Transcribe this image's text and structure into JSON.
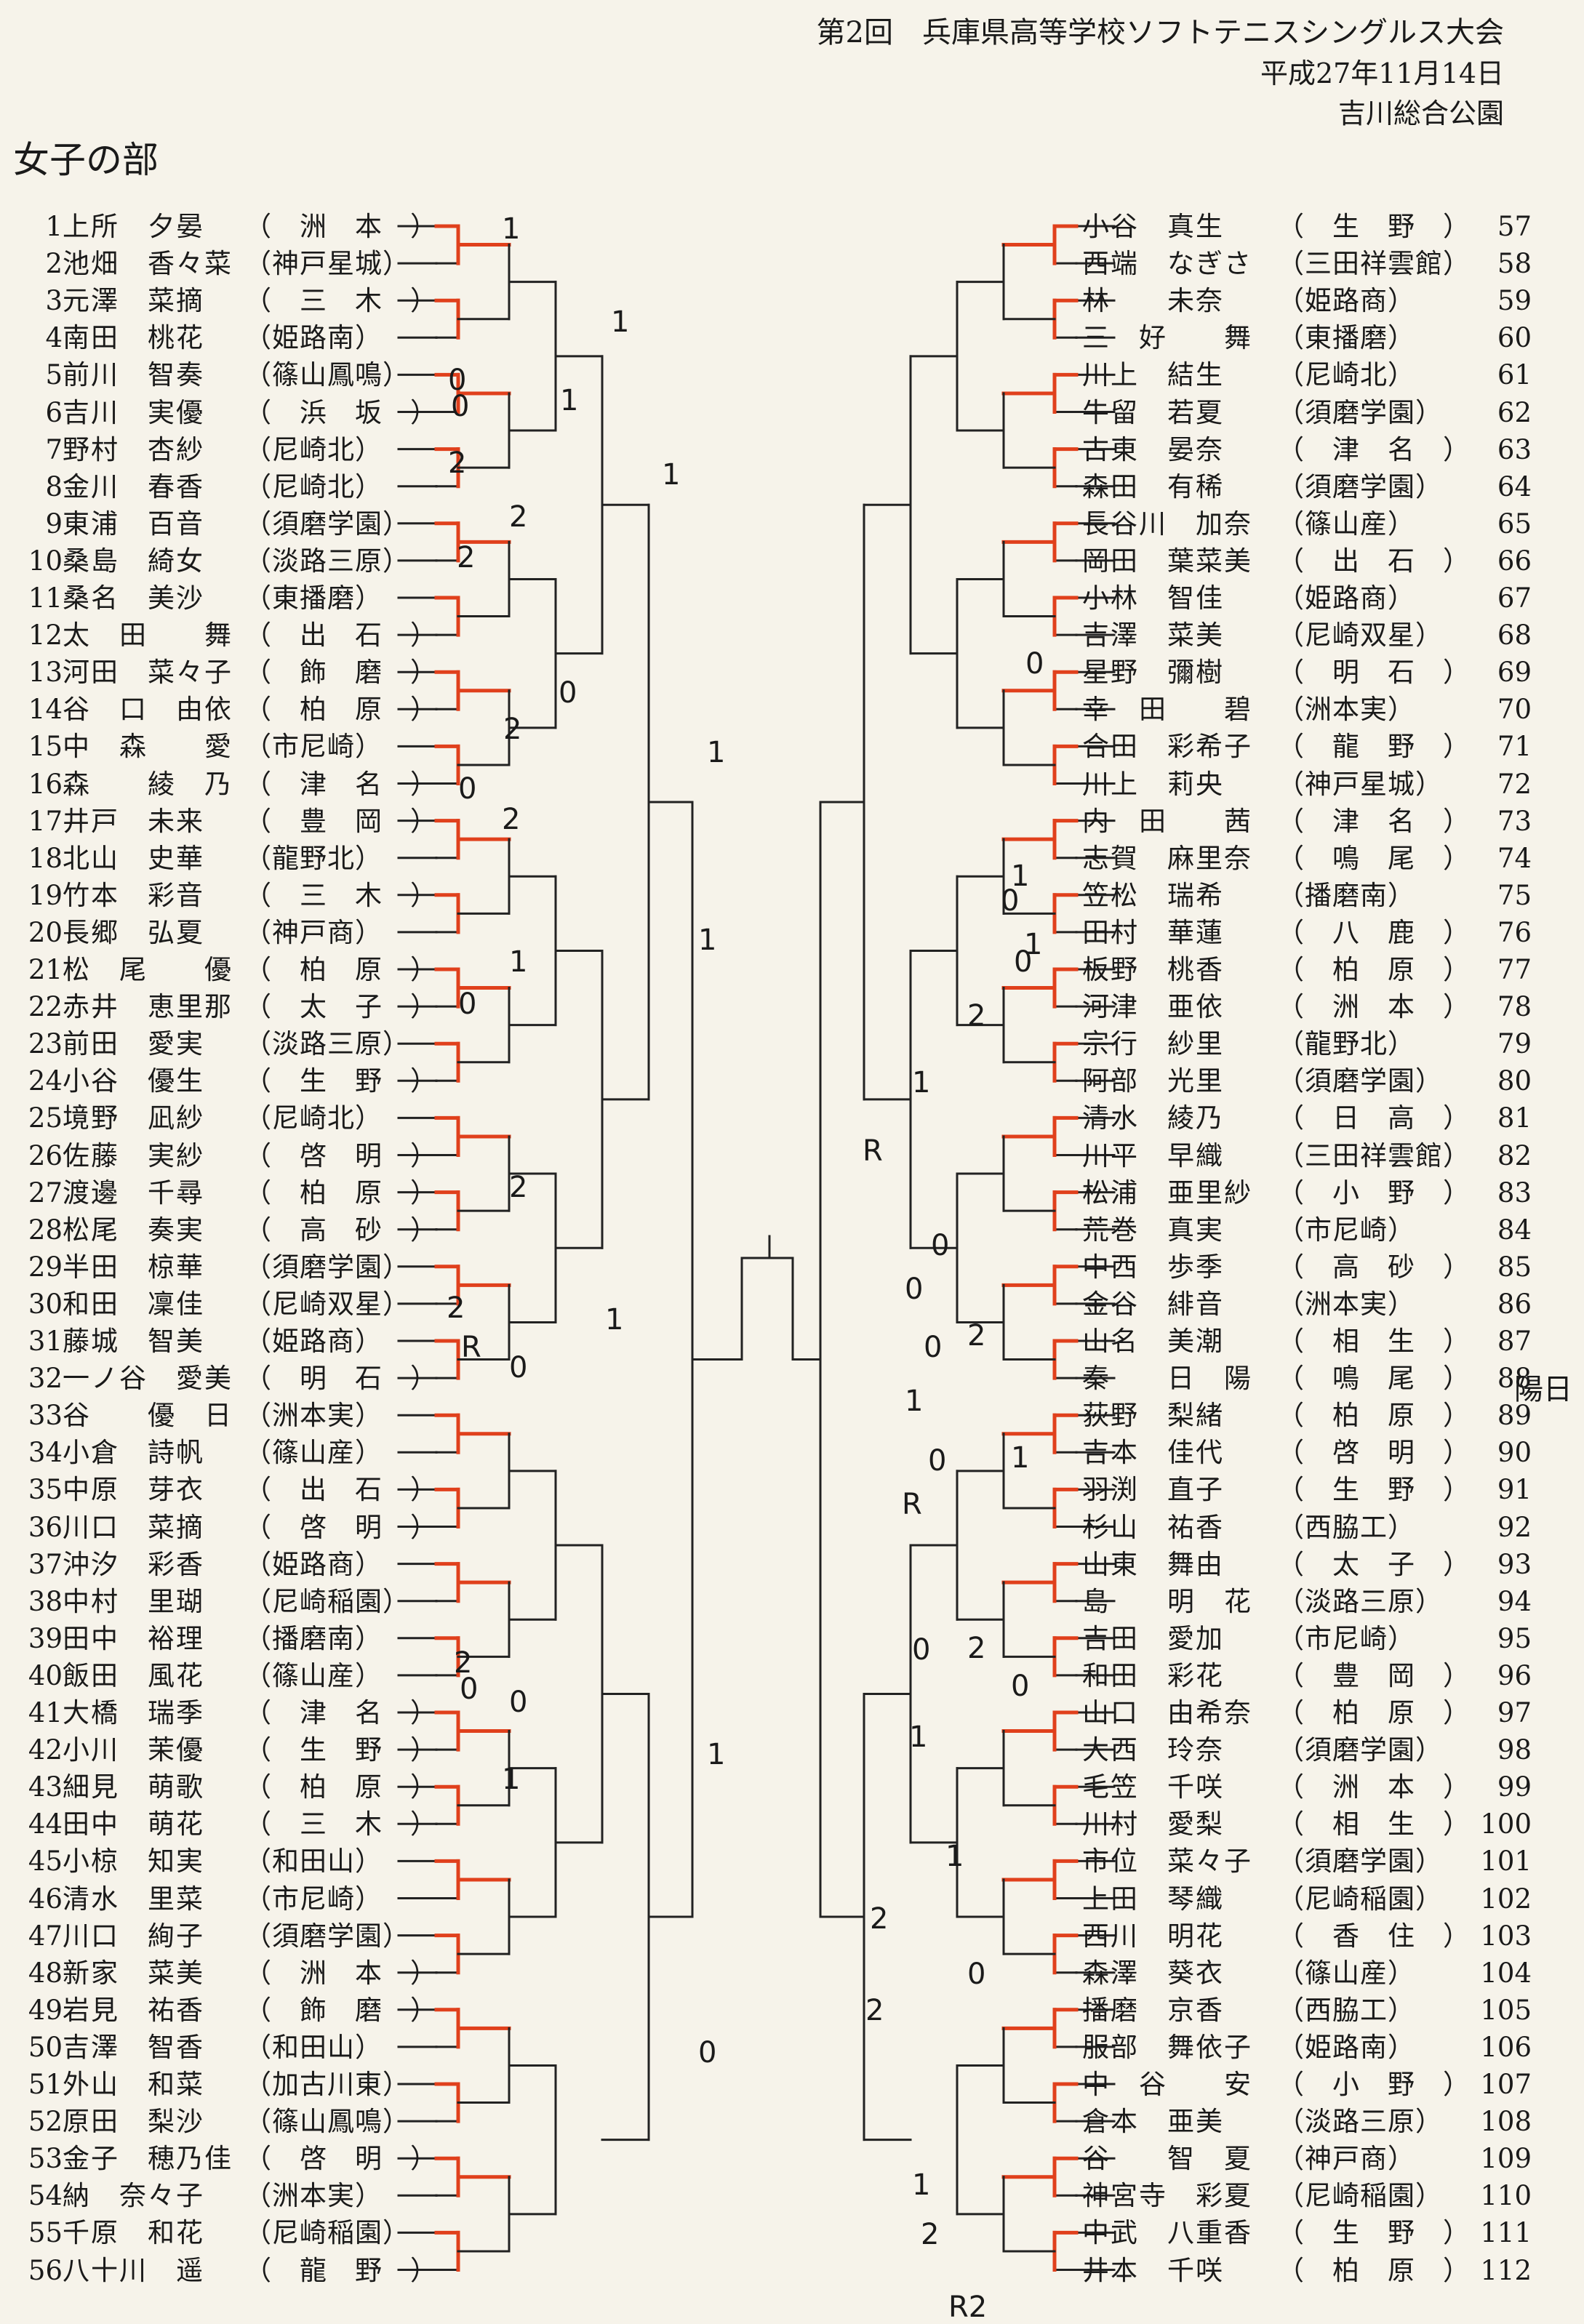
{
  "header": {
    "title": "第2回　兵庫県高等学校ソフトテニスシングルス大会",
    "date": "平成27年11月14日",
    "venue": "吉川総合公園"
  },
  "division": "女子の部",
  "left_players": [
    {
      "no": "1",
      "name": "上所　夕晏",
      "school": "（　洲　本　）"
    },
    {
      "no": "2",
      "name": "池畑　香々菜",
      "school": "（神戸星城）"
    },
    {
      "no": "3",
      "name": "元澤　菜摘",
      "school": "（　三　木　）"
    },
    {
      "no": "4",
      "name": "南田　桃花",
      "school": "（姫路南）"
    },
    {
      "no": "5",
      "name": "前川　智奏",
      "school": "（篠山鳳鳴）"
    },
    {
      "no": "6",
      "name": "吉川　実優",
      "school": "（　浜　坂　）"
    },
    {
      "no": "7",
      "name": "野村　杏紗",
      "school": "（尼崎北）"
    },
    {
      "no": "8",
      "name": "金川　春香",
      "school": "（尼崎北）"
    },
    {
      "no": "9",
      "name": "東浦　百音",
      "school": "（須磨学園）"
    },
    {
      "no": "10",
      "name": "桑島　綺女",
      "school": "（淡路三原）"
    },
    {
      "no": "11",
      "name": "桑名　美沙",
      "school": "（東播磨）"
    },
    {
      "no": "12",
      "name": "太　田　　舞",
      "school": "（　出　石　）"
    },
    {
      "no": "13",
      "name": "河田　菜々子",
      "school": "（　飾　磨　）"
    },
    {
      "no": "14",
      "name": "谷　口　由依",
      "school": "（　柏　原　）"
    },
    {
      "no": "15",
      "name": "中　森　　愛",
      "school": "（市尼崎）"
    },
    {
      "no": "16",
      "name": "森　　綾　乃",
      "school": "（　津　名　）"
    },
    {
      "no": "17",
      "name": "井戸　未来",
      "school": "（　豊　岡　）"
    },
    {
      "no": "18",
      "name": "北山　史華",
      "school": "（龍野北）"
    },
    {
      "no": "19",
      "name": "竹本　彩音",
      "school": "（　三　木　）"
    },
    {
      "no": "20",
      "name": "長郷　弘夏",
      "school": "（神戸商）"
    },
    {
      "no": "21",
      "name": "松　尾　　優",
      "school": "（　柏　原　）"
    },
    {
      "no": "22",
      "name": "赤井　恵里那",
      "school": "（　太　子　）"
    },
    {
      "no": "23",
      "name": "前田　愛実",
      "school": "（淡路三原）"
    },
    {
      "no": "24",
      "name": "小谷　優生",
      "school": "（　生　野　）"
    },
    {
      "no": "25",
      "name": "境野　凪紗",
      "school": "（尼崎北）"
    },
    {
      "no": "26",
      "name": "佐藤　実紗",
      "school": "（　啓　明　）"
    },
    {
      "no": "27",
      "name": "渡邊　千尋",
      "school": "（　柏　原　）"
    },
    {
      "no": "28",
      "name": "松尾　奏実",
      "school": "（　高　砂　）"
    },
    {
      "no": "29",
      "name": "半田　椋華",
      "school": "（須磨学園）"
    },
    {
      "no": "30",
      "name": "和田　凜佳",
      "school": "（尼崎双星）"
    },
    {
      "no": "31",
      "name": "藤城　智美",
      "school": "（姫路商）"
    },
    {
      "no": "32",
      "name": "一ノ谷　愛美",
      "school": "（　明　石　）"
    },
    {
      "no": "33",
      "name": "谷　　優　日",
      "school": "（洲本実）"
    },
    {
      "no": "34",
      "name": "小倉　詩帆",
      "school": "（篠山産）"
    },
    {
      "no": "35",
      "name": "中原　芽衣",
      "school": "（　出　石　）"
    },
    {
      "no": "36",
      "name": "川口　菜摘",
      "school": "（　啓　明　）"
    },
    {
      "no": "37",
      "name": "沖汐　彩香",
      "school": "（姫路商）"
    },
    {
      "no": "38",
      "name": "中村　里瑚",
      "school": "（尼崎稲園）"
    },
    {
      "no": "39",
      "name": "田中　裕理",
      "school": "（播磨南）"
    },
    {
      "no": "40",
      "name": "飯田　風花",
      "school": "（篠山産）"
    },
    {
      "no": "41",
      "name": "大橋　瑞季",
      "school": "（　津　名　）"
    },
    {
      "no": "42",
      "name": "小川　茉優",
      "school": "（　生　野　）"
    },
    {
      "no": "43",
      "name": "細見　萌歌",
      "school": "（　柏　原　）"
    },
    {
      "no": "44",
      "name": "田中　萌花",
      "school": "（　三　木　）"
    },
    {
      "no": "45",
      "name": "小椋　知実",
      "school": "（和田山）"
    },
    {
      "no": "46",
      "name": "清水　里菜",
      "school": "（市尼崎）"
    },
    {
      "no": "47",
      "name": "川口　絢子",
      "school": "（須磨学園）"
    },
    {
      "no": "48",
      "name": "新家　菜美",
      "school": "（　洲　本　）"
    },
    {
      "no": "49",
      "name": "岩見　祐香",
      "school": "（　飾　磨　）"
    },
    {
      "no": "50",
      "name": "吉澤　智香",
      "school": "（和田山）"
    },
    {
      "no": "51",
      "name": "外山　和菜",
      "school": "（加古川東）"
    },
    {
      "no": "52",
      "name": "原田　梨沙",
      "school": "（篠山鳳鳴）"
    },
    {
      "no": "53",
      "name": "金子　穂乃佳",
      "school": "（　啓　明　）"
    },
    {
      "no": "54",
      "name": "納　奈々子",
      "school": "（洲本実）"
    },
    {
      "no": "55",
      "name": "千原　和花",
      "school": "（尼崎稲園）"
    },
    {
      "no": "56",
      "name": "八十川　遥",
      "school": "（　龍　野　）"
    }
  ],
  "right_players": [
    {
      "no": "57",
      "name": "小谷　真生",
      "school": "（　生　野　）"
    },
    {
      "no": "58",
      "name": "西端　なぎさ",
      "school": "（三田祥雲館）"
    },
    {
      "no": "59",
      "name": "林　　未奈",
      "school": "（姫路商）"
    },
    {
      "no": "60",
      "name": "三　好　　舞",
      "school": "（東播磨）"
    },
    {
      "no": "61",
      "name": "川上　結生",
      "school": "（尼崎北）"
    },
    {
      "no": "62",
      "name": "牛留　若夏",
      "school": "（須磨学園）"
    },
    {
      "no": "63",
      "name": "古東　晏奈",
      "school": "（　津　名　）"
    },
    {
      "no": "64",
      "name": "森田　有稀",
      "school": "（須磨学園）"
    },
    {
      "no": "65",
      "name": "長谷川　加奈",
      "school": "（篠山産）"
    },
    {
      "no": "66",
      "name": "岡田　葉菜美",
      "school": "（　出　石　）"
    },
    {
      "no": "67",
      "name": "小林　智佳",
      "school": "（姫路商）"
    },
    {
      "no": "68",
      "name": "吉澤　菜美",
      "school": "（尼崎双星）"
    },
    {
      "no": "69",
      "name": "星野　彌樹",
      "school": "（　明　石　）"
    },
    {
      "no": "70",
      "name": "幸　田　　碧",
      "school": "（洲本実）"
    },
    {
      "no": "71",
      "name": "合田　彩希子",
      "school": "（　龍　野　）"
    },
    {
      "no": "72",
      "name": "川上　莉央",
      "school": "（神戸星城）"
    },
    {
      "no": "73",
      "name": "内　田　　茜",
      "school": "（　津　名　）"
    },
    {
      "no": "74",
      "name": "志賀　麻里奈",
      "school": "（　鳴　尾　）"
    },
    {
      "no": "75",
      "name": "笠松　瑞希",
      "school": "（播磨南）"
    },
    {
      "no": "76",
      "name": "田村　華蓮",
      "school": "（　八　鹿　）"
    },
    {
      "no": "77",
      "name": "板野　桃香",
      "school": "（　柏　原　）"
    },
    {
      "no": "78",
      "name": "河津　亜依",
      "school": "（　洲　本　）"
    },
    {
      "no": "79",
      "name": "宗行　紗里",
      "school": "（龍野北）"
    },
    {
      "no": "80",
      "name": "阿部　光里",
      "school": "（須磨学園）"
    },
    {
      "no": "81",
      "name": "清水　綾乃",
      "school": "（　日　高　）"
    },
    {
      "no": "82",
      "name": "川平　早織",
      "school": "（三田祥雲館）"
    },
    {
      "no": "83",
      "name": "松浦　亜里紗",
      "school": "（　小　野　）"
    },
    {
      "no": "84",
      "name": "荒巻　真実",
      "school": "（市尼崎）"
    },
    {
      "no": "85",
      "name": "中西　歩季",
      "school": "（　高　砂　）"
    },
    {
      "no": "86",
      "name": "金谷　緋音",
      "school": "（洲本実）"
    },
    {
      "no": "87",
      "name": "山名　美潮",
      "school": "（　相　生　）"
    },
    {
      "no": "88",
      "name": "秦　　日　陽",
      "school": "（　鳴　尾　）"
    },
    {
      "no": "89",
      "name": "荻野　梨緒",
      "school": "（　柏　原　）"
    },
    {
      "no": "90",
      "name": "吉本　佳代",
      "school": "（　啓　明　）"
    },
    {
      "no": "91",
      "name": "羽渕　直子",
      "school": "（　生　野　）"
    },
    {
      "no": "92",
      "name": "杉山　祐香",
      "school": "（西脇工）"
    },
    {
      "no": "93",
      "name": "山東　舞由",
      "school": "（　太　子　）"
    },
    {
      "no": "94",
      "name": "島　　明　花",
      "school": "（淡路三原）"
    },
    {
      "no": "95",
      "name": "吉田　愛加",
      "school": "（市尼崎）"
    },
    {
      "no": "96",
      "name": "和田　彩花",
      "school": "（　豊　岡　）"
    },
    {
      "no": "97",
      "name": "山口　由希奈",
      "school": "（　柏　原　）"
    },
    {
      "no": "98",
      "name": "大西　玲奈",
      "school": "（須磨学園）"
    },
    {
      "no": "99",
      "name": "毛笠　千咲",
      "school": "（　洲　本　）"
    },
    {
      "no": "100",
      "name": "川村　愛梨",
      "school": "（　相　生　）"
    },
    {
      "no": "101",
      "name": "市位　菜々子",
      "school": "（須磨学園）"
    },
    {
      "no": "102",
      "name": "上田　琴織",
      "school": "（尼崎稲園）"
    },
    {
      "no": "103",
      "name": "西川　明花",
      "school": "（　香　住　）"
    },
    {
      "no": "104",
      "name": "森澤　葵衣",
      "school": "（篠山産）"
    },
    {
      "no": "105",
      "name": "播磨　京香",
      "school": "（西脇工）"
    },
    {
      "no": "106",
      "name": "服部　舞依子",
      "school": "（姫路南）"
    },
    {
      "no": "107",
      "name": "中　谷　　安",
      "school": "（　小　野　）"
    },
    {
      "no": "108",
      "name": "倉本　亜美",
      "school": "（淡路三原）"
    },
    {
      "no": "109",
      "name": "谷　　智　夏",
      "school": "（神戸商）"
    },
    {
      "no": "110",
      "name": "神宮寺　彩夏",
      "school": "（尼崎稲園）"
    },
    {
      "no": "111",
      "name": "中武　八重香",
      "school": "（　生　野　）"
    },
    {
      "no": "112",
      "name": "井本　千咲",
      "school": "（　柏　原　）"
    }
  ],
  "margin_note": "陽日",
  "score_notes": [
    {
      "text": "1"
    },
    {
      "text": "1"
    },
    {
      "text": "0"
    },
    {
      "text": "0"
    },
    {
      "text": "2"
    },
    {
      "text": "1"
    },
    {
      "text": "1"
    },
    {
      "text": "2"
    },
    {
      "text": "2"
    },
    {
      "text": "0"
    },
    {
      "text": "2"
    },
    {
      "text": "1"
    },
    {
      "text": "0"
    },
    {
      "text": "2"
    },
    {
      "text": "1"
    },
    {
      "text": "0"
    },
    {
      "text": "2"
    },
    {
      "text": "1"
    },
    {
      "text": "1"
    },
    {
      "text": "R"
    },
    {
      "text": "0"
    },
    {
      "text": "1"
    },
    {
      "text": "2"
    },
    {
      "text": "2"
    },
    {
      "text": "0"
    },
    {
      "text": "0"
    },
    {
      "text": "1"
    },
    {
      "text": "1"
    },
    {
      "text": "1"
    },
    {
      "text": "R"
    },
    {
      "text": "0"
    },
    {
      "text": "0"
    },
    {
      "text": "0"
    },
    {
      "text": "1"
    },
    {
      "text": "0"
    },
    {
      "text": "2"
    },
    {
      "text": "0"
    },
    {
      "text": "0"
    },
    {
      "text": "0"
    },
    {
      "text": "1"
    },
    {
      "text": "1"
    },
    {
      "text": "R"
    },
    {
      "text": "2"
    },
    {
      "text": "2"
    },
    {
      "text": "0"
    },
    {
      "text": "0"
    },
    {
      "text": "1"
    },
    {
      "text": "1"
    },
    {
      "text": "2"
    },
    {
      "text": "2"
    },
    {
      "text": "0"
    },
    {
      "text": "0"
    },
    {
      "text": "1"
    },
    {
      "text": "2"
    },
    {
      "text": "R2"
    }
  ]
}
